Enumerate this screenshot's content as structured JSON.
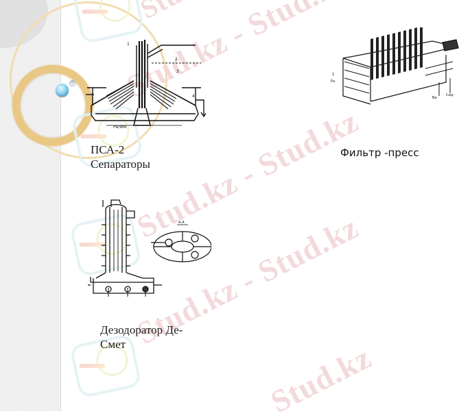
{
  "slide": {
    "background": "#ffffff",
    "left_strip_color": "#f1f1f1",
    "accent_ring_color": "#e9c784",
    "bead_color": "#8fd3f3"
  },
  "figures": [
    {
      "id": "separator",
      "icon": "separator-diagram-icon",
      "caption_lines": [
        "ПСА-2",
        "Сепараторы"
      ]
    },
    {
      "id": "filter-press",
      "icon": "filter-press-diagram-icon",
      "caption_lines": [
        "Фильтр -пресс"
      ]
    },
    {
      "id": "deodorizer",
      "icon": "deodorizer-diagram-icon",
      "caption_lines": [
        "Дезодоратор Де-",
        "Смет"
      ]
    }
  ],
  "watermark": {
    "text": "Stud.kz",
    "text_long": "Stud.kz - Stud.kz",
    "color": "#f0d4d6"
  },
  "badge": {
    "symbol": "θ"
  }
}
